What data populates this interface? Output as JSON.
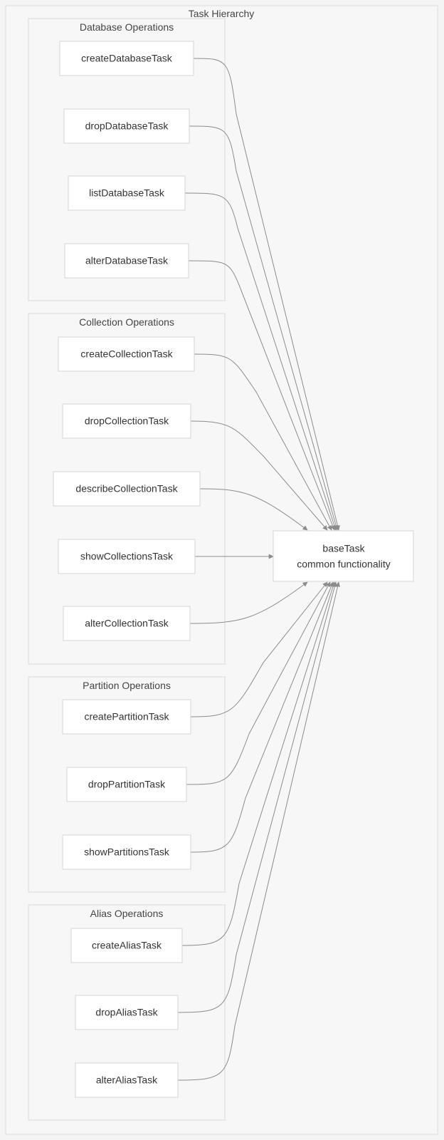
{
  "diagram": {
    "title": "Task Hierarchy",
    "target": {
      "line1": "baseTask",
      "line2": "common functionality"
    },
    "groups": [
      {
        "title": "Database Operations",
        "nodes": [
          "createDatabaseTask",
          "dropDatabaseTask",
          "listDatabaseTask",
          "alterDatabaseTask"
        ]
      },
      {
        "title": "Collection Operations",
        "nodes": [
          "createCollectionTask",
          "dropCollectionTask",
          "describeCollectionTask",
          "showCollectionsTask",
          "alterCollectionTask"
        ]
      },
      {
        "title": "Partition Operations",
        "nodes": [
          "createPartitionTask",
          "dropPartitionTask",
          "showPartitionsTask"
        ]
      },
      {
        "title": "Alias Operations",
        "nodes": [
          "createAliasTask",
          "dropAliasTask",
          "alterAliasTask"
        ]
      }
    ],
    "edges": "every task node -> baseTask"
  }
}
